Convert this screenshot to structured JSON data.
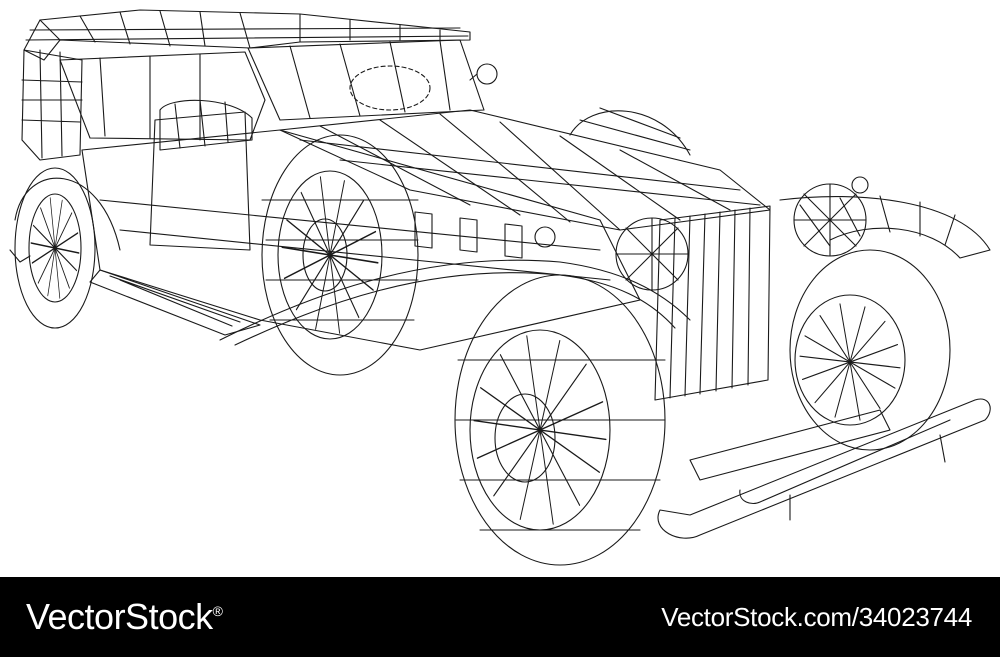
{
  "colors": {
    "background": "#ffffff",
    "line": "#1a1a1a",
    "footer_background": "#000000",
    "footer_text": "#ffffff"
  },
  "illustration": {
    "subject": "wireframe vintage car",
    "icon": "car-wireframe-icon"
  },
  "footer": {
    "brand": "VectorStock",
    "brand_mark": "®",
    "image_id": "VectorStock.com/34023744"
  }
}
